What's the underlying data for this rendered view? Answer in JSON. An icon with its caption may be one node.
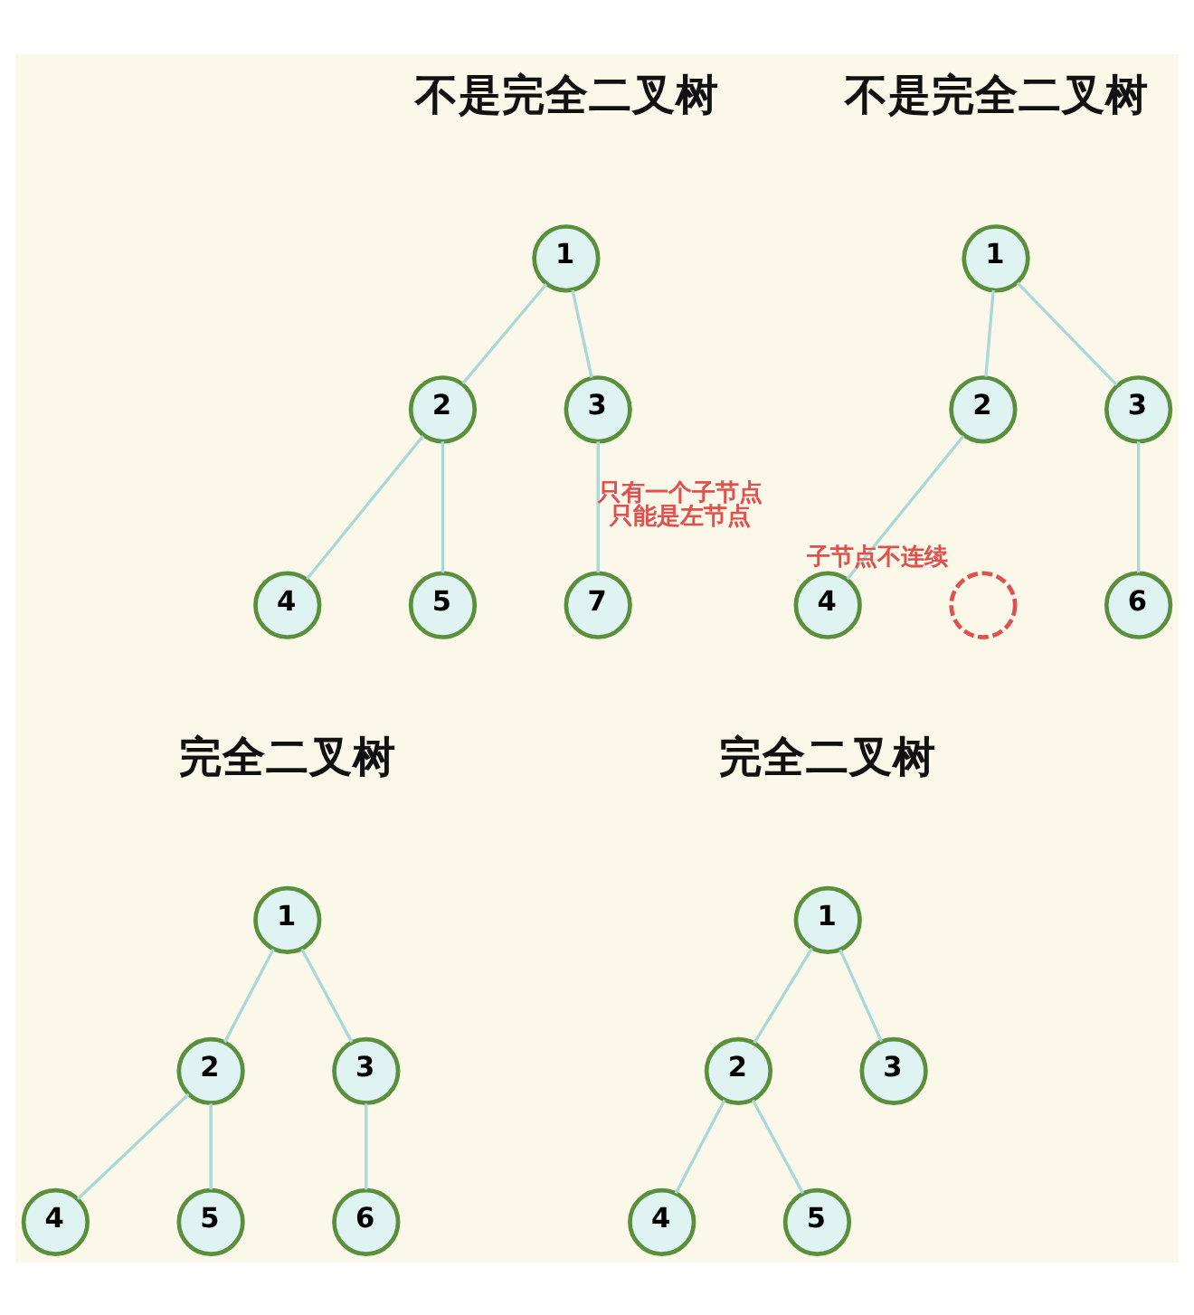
{
  "diagram": {
    "nodes": [
      {
        "text": [
          "1"
        ]
      },
      {
        "text": [
          "2"
        ]
      },
      {
        "text": [
          "3"
        ]
      },
      {
        "text": [
          "4"
        ]
      },
      {
        "text": [
          "5"
        ]
      },
      {
        "text": [
          "7"
        ]
      },
      {
        "text": [
          "1"
        ]
      },
      {
        "text": [
          "2"
        ]
      },
      {
        "text": [
          "3"
        ]
      },
      {
        "text": [
          "4"
        ]
      },
      {
        "text": [],
        "shape": "circle",
        "beside": [
          "子节点不连续"
        ]
      },
      {
        "text": [
          "6"
        ]
      },
      {
        "text": [
          "1"
        ]
      },
      {
        "text": [
          "2"
        ]
      },
      {
        "text": [
          "3"
        ]
      },
      {
        "text": [
          "4"
        ]
      },
      {
        "text": [
          "5"
        ]
      },
      {
        "text": [
          "6"
        ]
      },
      {
        "text": [
          "1"
        ]
      },
      {
        "text": [
          "2"
        ]
      },
      {
        "text": [
          "3"
        ]
      },
      {
        "text": [
          "4"
        ]
      },
      {
        "text": [
          "5"
        ]
      }
    ],
    "edges": [
      {
        "from": 0,
        "to": 1,
        "arrow": "none"
      },
      {
        "from": 0,
        "to": 2,
        "arrow": "none"
      },
      {
        "from": 1,
        "to": 3,
        "arrow": "none"
      },
      {
        "from": 1,
        "to": 4,
        "arrow": "none"
      },
      {
        "from": 2,
        "to": 5,
        "arrow": "none",
        "label": "只有一个子节点只能是左节点"
      },
      {
        "from": 6,
        "to": 7,
        "arrow": "none"
      },
      {
        "from": 6,
        "to": 8,
        "arrow": "none"
      },
      {
        "from": 7,
        "to": 9,
        "arrow": "none"
      },
      {
        "from": 8,
        "to": 11,
        "arrow": "none"
      },
      {
        "from": 12,
        "to": 13,
        "arrow": "none"
      },
      {
        "from": 12,
        "to": 14,
        "arrow": "none"
      },
      {
        "from": 13,
        "to": 15,
        "arrow": "none"
      },
      {
        "from": 13,
        "to": 16,
        "arrow": "none"
      },
      {
        "from": 14,
        "to": 17,
        "arrow": "none"
      },
      {
        "from": 18,
        "to": 19,
        "arrow": "none"
      },
      {
        "from": 18,
        "to": 20,
        "arrow": "none"
      },
      {
        "from": 19,
        "to": 21,
        "arrow": "none"
      },
      {
        "from": 19,
        "to": 22,
        "arrow": "none"
      }
    ],
    "labels": [
      "不是完全二叉树",
      "不是完全二叉树",
      "完全二叉树",
      "完全二叉树"
    ]
  }
}
